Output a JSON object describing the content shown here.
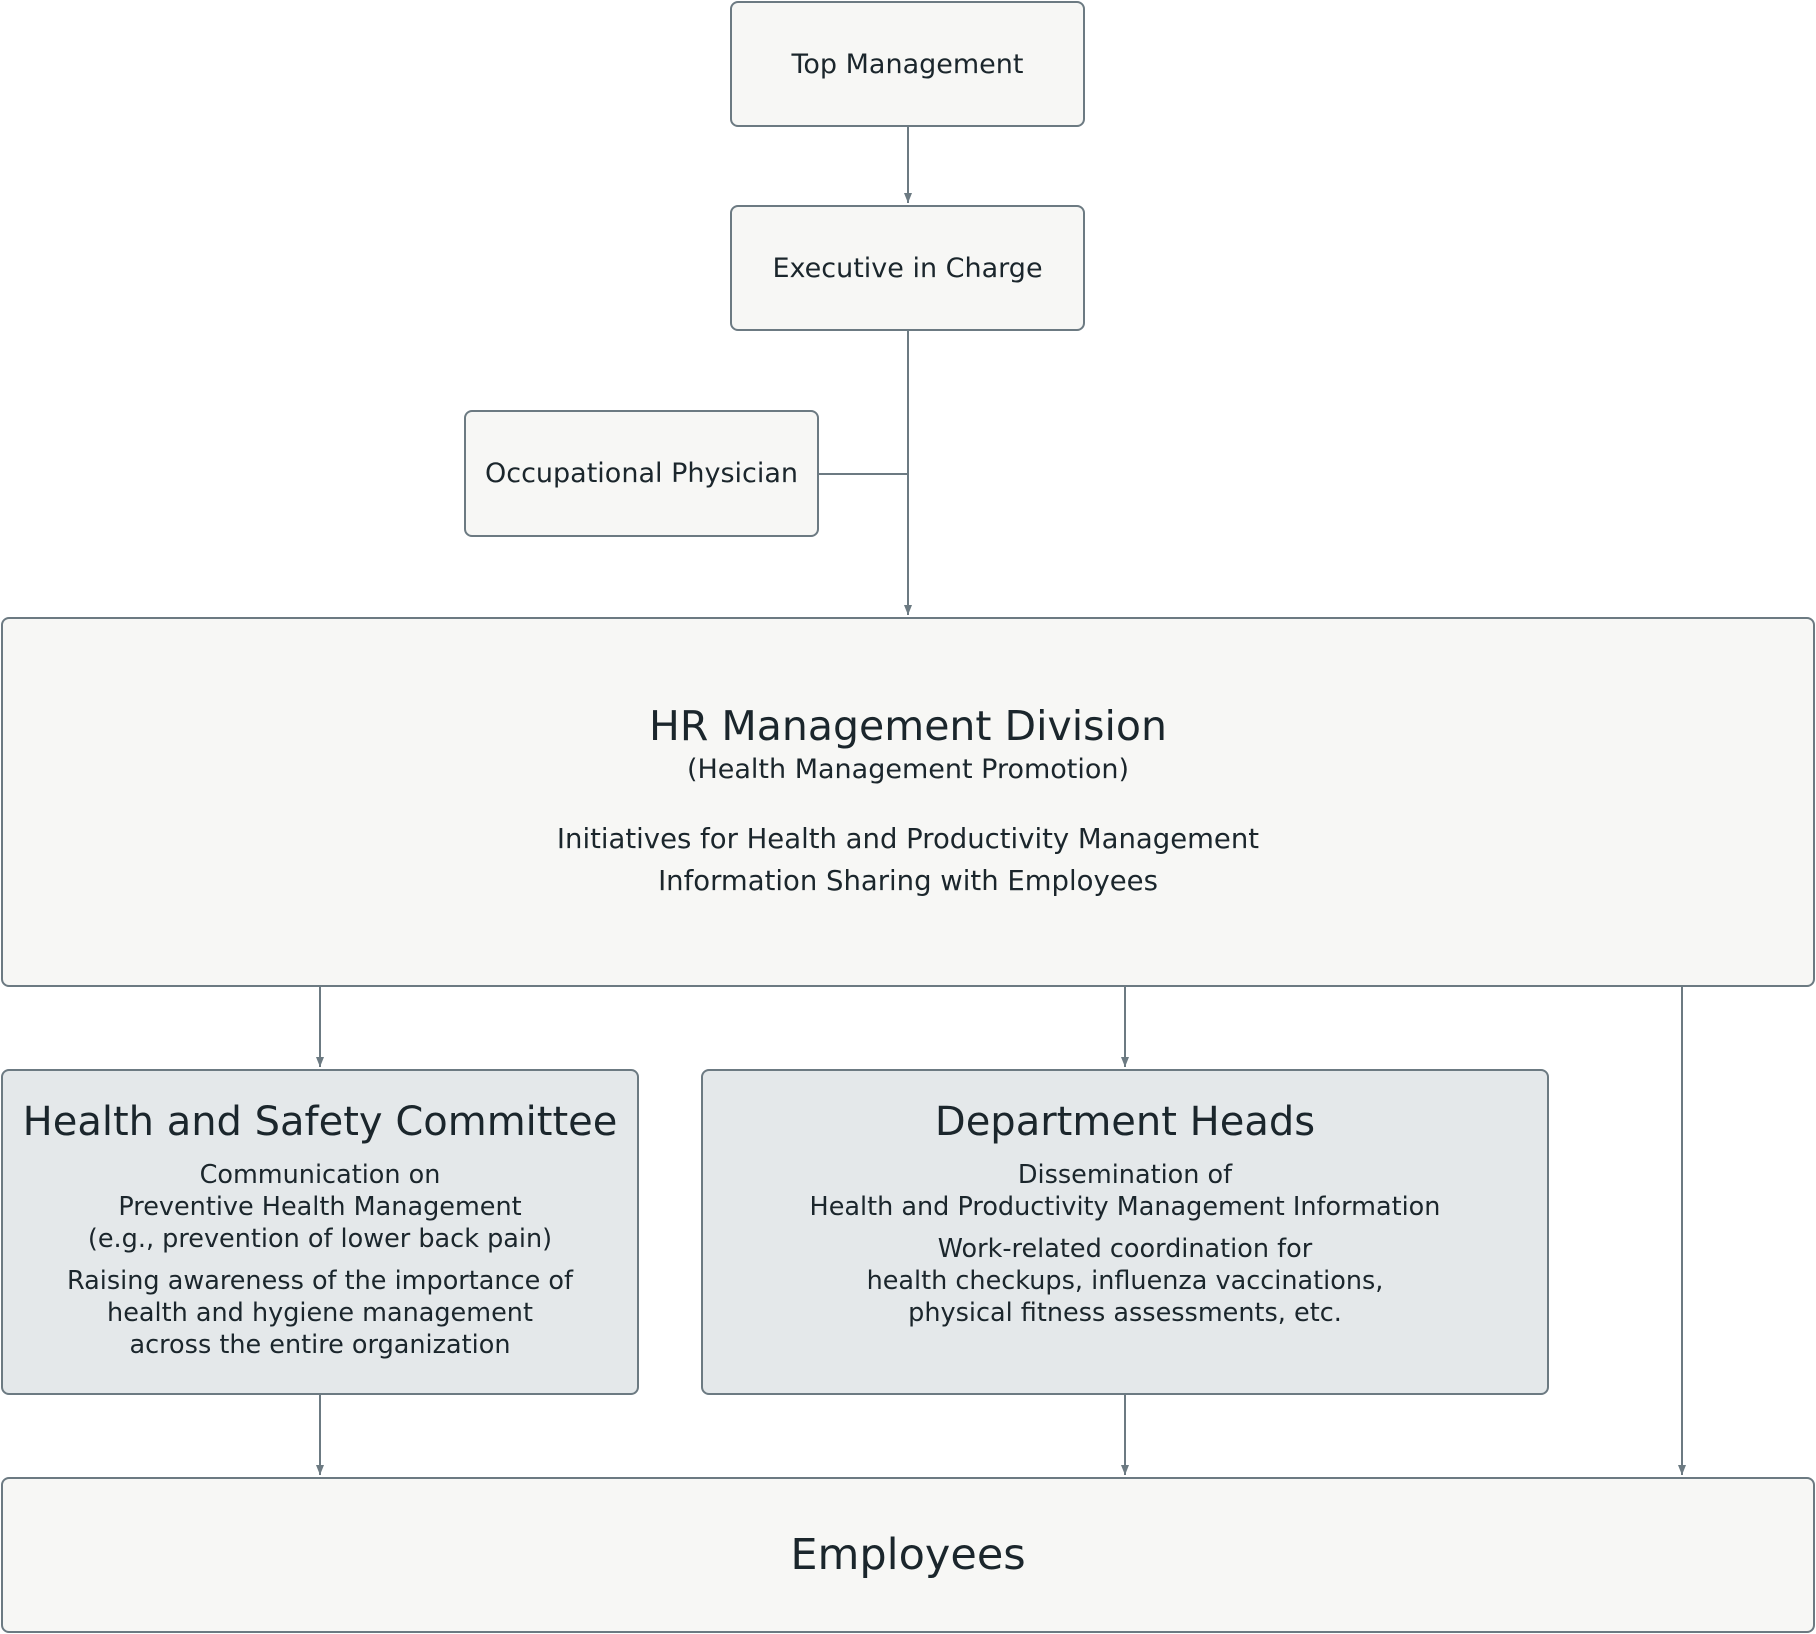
{
  "diagram": {
    "top_management": "Top Management",
    "executive": "Executive in Charge",
    "physician": "Occupational Physician",
    "hr": {
      "title": "HR Management Division",
      "subtitle": "(Health Management Promotion)",
      "lines": [
        "Initiatives for Health and Productivity Management",
        "Information Sharing with Employees"
      ]
    },
    "committee": {
      "title": "Health and Safety Committee",
      "groups": [
        [
          "Communication on",
          "Preventive Health Management",
          "(e.g., prevention of lower back pain)"
        ],
        [
          "Raising awareness of the importance of",
          "health and hygiene management",
          "across the entire organization"
        ]
      ]
    },
    "department_heads": {
      "title": "Department Heads",
      "groups": [
        [
          "Dissemination of",
          "Health and Productivity Management Information"
        ],
        [
          "Work-related coordination for",
          "health checkups, influenza vaccinations,",
          "physical fitness assessments, etc."
        ]
      ]
    },
    "employees": "Employees"
  },
  "colors": {
    "border": "#6c7a82",
    "connector": "#6c7a82",
    "light_fill": "#f7f7f5",
    "shaded_fill": "#e4e8ea",
    "text": "#1b262c"
  }
}
